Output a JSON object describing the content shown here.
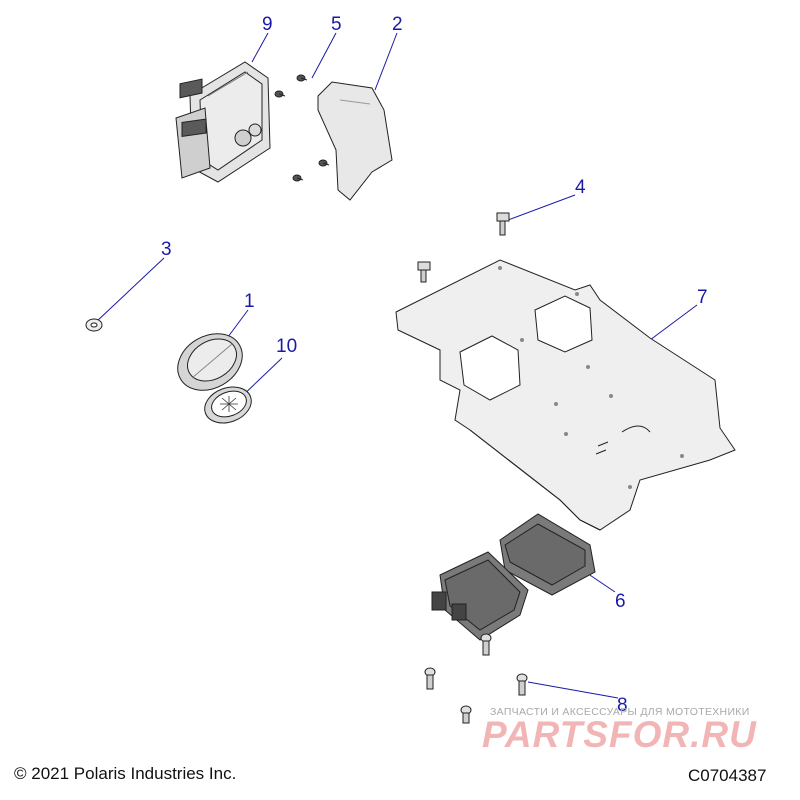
{
  "callouts": [
    "9",
    "5",
    "2",
    "4",
    "3",
    "1",
    "7",
    "10",
    "6",
    "8"
  ],
  "footer": {
    "copyright": "© 2021 Polaris Industries Inc.",
    "drawing_number": "C0704387"
  },
  "watermark": {
    "subtitle": "ЗАПЧАСТИ И АКСЕССУАРЫ ДЛЯ МОТОТЕХНИКИ",
    "brand": "PARTSFOR.RU"
  },
  "colors": {
    "callout": "#1a1aa8",
    "part_fill": "#e8e8e8",
    "part_dark": "#5a5a5a",
    "watermark_brand": "#f2b5b5"
  }
}
